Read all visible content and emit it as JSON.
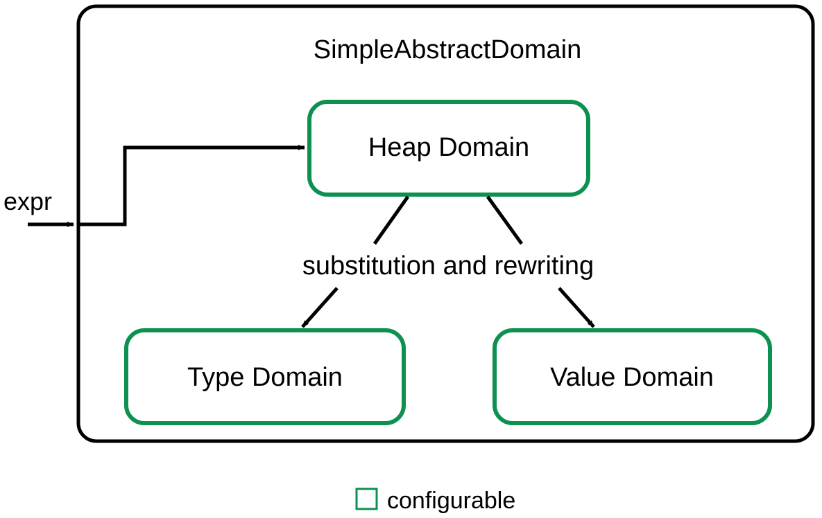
{
  "container": {
    "title": "SimpleAbstractDomain",
    "border_color": "#000000"
  },
  "input": {
    "label": "expr"
  },
  "nodes": [
    {
      "id": "heap",
      "label": "Heap Domain",
      "color": "#0d9150"
    },
    {
      "id": "type",
      "label": "Type Domain",
      "color": "#0d9150"
    },
    {
      "id": "value",
      "label": "Value Domain",
      "color": "#0d9150"
    }
  ],
  "edges": [
    {
      "id": "expr-to-heap",
      "label": "",
      "from": "expr",
      "to": "heap"
    },
    {
      "id": "heap-to-type",
      "label": "substitution and rewriting",
      "from": "heap",
      "to": "type"
    },
    {
      "id": "heap-to-value",
      "label": "substitution and rewriting",
      "from": "heap",
      "to": "value"
    }
  ],
  "edge_label": {
    "text": "substitution and rewriting"
  },
  "legend": {
    "swatch": "configurable-swatch",
    "label": "configurable",
    "color": "#0d9150"
  }
}
